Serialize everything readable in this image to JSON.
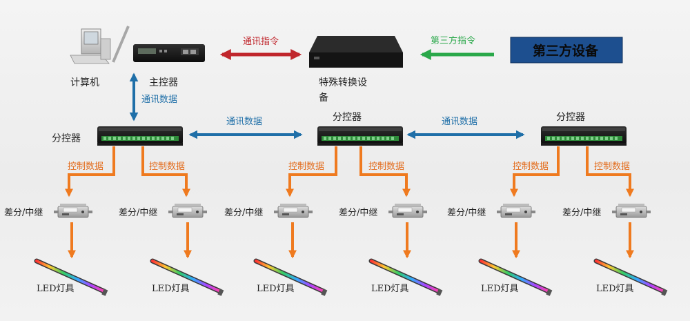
{
  "labels": {
    "computer": "计算机",
    "main_controller": "主控器",
    "special_converter_line1": "特殊转换设",
    "special_converter_line2": "备",
    "third_party": "第三方设备",
    "comm_command": "通讯指令",
    "third_party_command": "第三方指令",
    "comm_data": "通讯数据",
    "sub_controller": "分控器",
    "control_data": "控制数据",
    "repeater": "差分/中继",
    "led": "LED灯具"
  },
  "colors": {
    "red_arrow": "#c0262c",
    "green_arrow": "#2aa84a",
    "blue_arrow": "#1f6fa8",
    "orange_arrow": "#ef7a1f",
    "third_party_box": "#1d4f8f"
  },
  "icons": [
    "computer-icon",
    "main-controller-device",
    "converter-device",
    "sub-controller-device",
    "repeater-device",
    "led-bar-light"
  ]
}
